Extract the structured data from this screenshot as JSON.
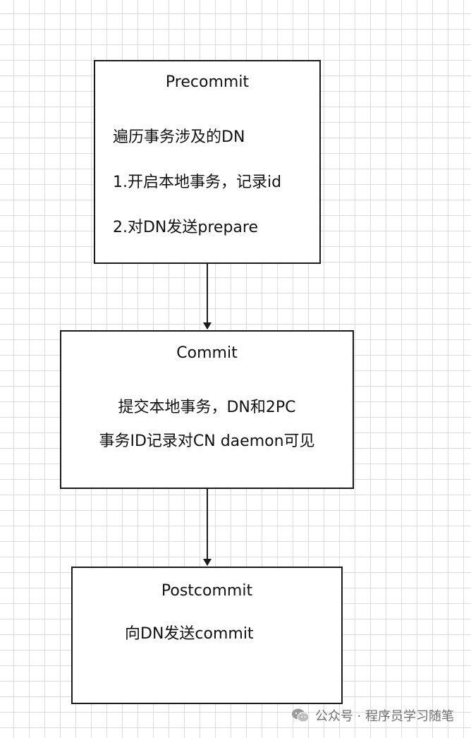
{
  "precommit": {
    "title": "Precommit",
    "line1": "遍历事务涉及的DN",
    "line2": "1.开启本地事务，记录id",
    "line3": "2.对DN发送prepare"
  },
  "commit": {
    "title": "Commit",
    "line1": "提交本地事务，DN和2PC",
    "line2": "事务ID记录对CN daemon可见"
  },
  "postcommit": {
    "title": "Postcommit",
    "line1": "向DN发送commit"
  },
  "watermark": {
    "text": "公众号 · 程序员学习随笔",
    "icon": "wechat-icon"
  },
  "colors": {
    "border": "#1a1a1a",
    "grid": "#dcdcdc",
    "watermark": "#6f6f6f"
  }
}
